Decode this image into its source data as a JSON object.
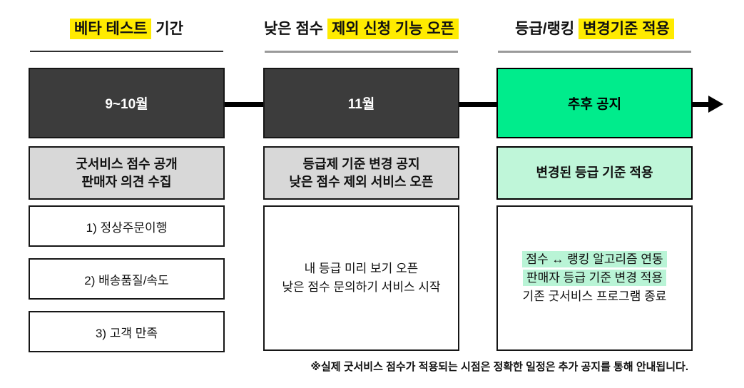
{
  "colors": {
    "yellow_highlight": "#FFEB00",
    "dark_box": "#3C3C3C",
    "green_box": "#00EC8C",
    "pale_green_box": "#BFF6D9",
    "pale_green_highlight": "#B9F4D6",
    "gray_box": "#D8D8D8",
    "timeline_arrow": "#000000"
  },
  "columns": [
    {
      "header_plain_before": "",
      "header_highlight": "베타 테스트",
      "header_plain_after": " 기간",
      "month": "9~10월",
      "summary_line1": "굿서비스 점수 공개",
      "summary_line2": "판매자 의견 수집",
      "items": [
        "1) 정상주문이행",
        "2) 배송품질/속도",
        "3) 고객 만족"
      ]
    },
    {
      "header_plain_before": "낮은 점수 ",
      "header_highlight": "제외 신청 기능 오픈",
      "header_plain_after": "",
      "month": "11월",
      "summary_line1": "등급제 기준 변경 공지",
      "summary_line2": "낮은 점수 제외 서비스 오픈",
      "detail_line1": "내 등급 미리 보기 오픈",
      "detail_line2": "낮은 점수 문의하기 서비스 시작"
    },
    {
      "header_plain_before": "등급/랭킹 ",
      "header_highlight": "변경기준 적용",
      "header_plain_after": "",
      "month": "추후 공지",
      "summary_line1": "변경된 등급 기준 적용",
      "detail_line1": "점수 ↔ 랭킹 알고리즘 연동",
      "detail_line2": "판매자 등급 기준 변경 적용",
      "detail_line3": "기존 굿서비스 프로그램 종료"
    }
  ],
  "footnote": "※실제 굿서비스 점수가 적용되는 시점은 정확한 일정은 추가 공지를 통해 안내됩니다."
}
